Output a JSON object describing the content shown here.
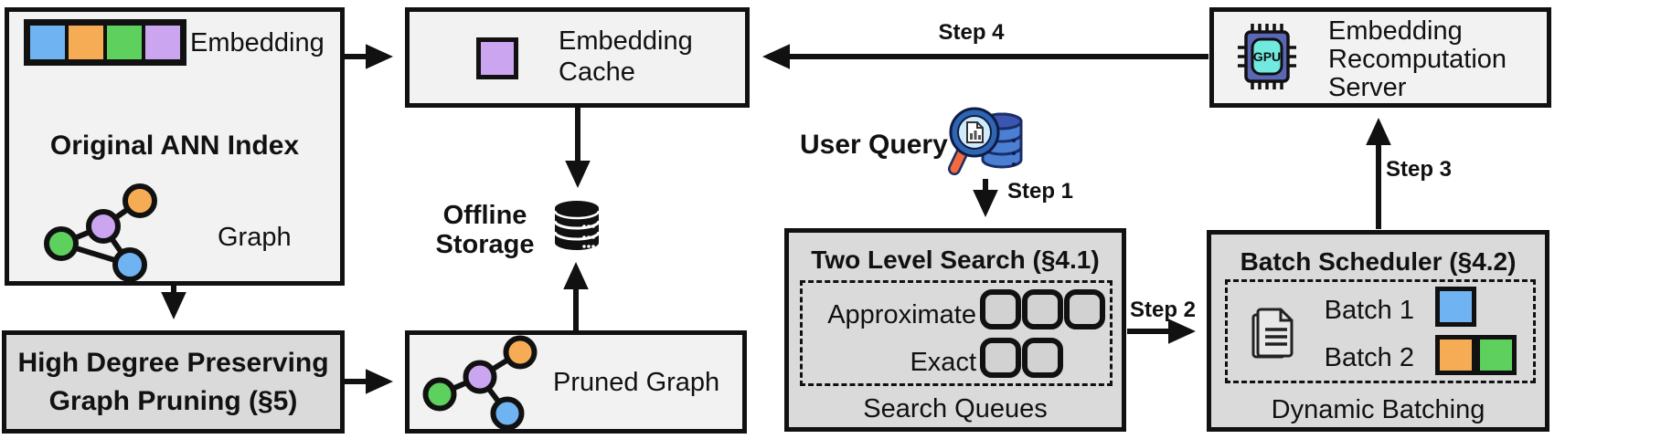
{
  "colors": {
    "blue": "#6FB3F2",
    "orange": "#F6AC55",
    "green": "#5ED05E",
    "purple": "#CBA5EF",
    "box_light": "#F2F2F2",
    "box_gray": "#DADADA",
    "queue_fill": "#D2D2D2",
    "db_blue": "#4A7FD4",
    "db_dark": "#1A2E66",
    "rim_blue": "#2E66B4",
    "lens_blue": "#CFEAF9",
    "handle_orange": "#F26A3D",
    "chip_body": "#5A67B5",
    "chip_core": "#70E9DF"
  },
  "original_index": {
    "embedding_label": "Embedding",
    "title": "Original ANN Index",
    "graph_label": "Graph"
  },
  "high_degree": {
    "line1": "High Degree Preserving",
    "line2": "Graph Pruning (§5)"
  },
  "embedding_cache": {
    "line1": "Embedding",
    "line2": "Cache"
  },
  "offline_storage": {
    "line1": "Offline",
    "line2": "Storage"
  },
  "pruned_graph": {
    "label": "Pruned Graph"
  },
  "user_query": {
    "label": "User Query"
  },
  "steps": {
    "step1": "Step 1",
    "step2": "Step 2",
    "step3": "Step 3",
    "step4": "Step 4"
  },
  "two_level_search": {
    "title": "Two Level Search (§4.1)",
    "row1_label": "Approximate",
    "row2_label": "Exact",
    "footer": "Search Queues"
  },
  "batch_scheduler": {
    "title": "Batch Scheduler (§4.2)",
    "batch1_label": "Batch 1",
    "batch2_label": "Batch 2",
    "footer": "Dynamic Batching"
  },
  "recomputation_server": {
    "line1": "Embedding",
    "line2": "Recomputation",
    "line3": "Server"
  },
  "icons": {
    "gpu_label": "GPU"
  }
}
